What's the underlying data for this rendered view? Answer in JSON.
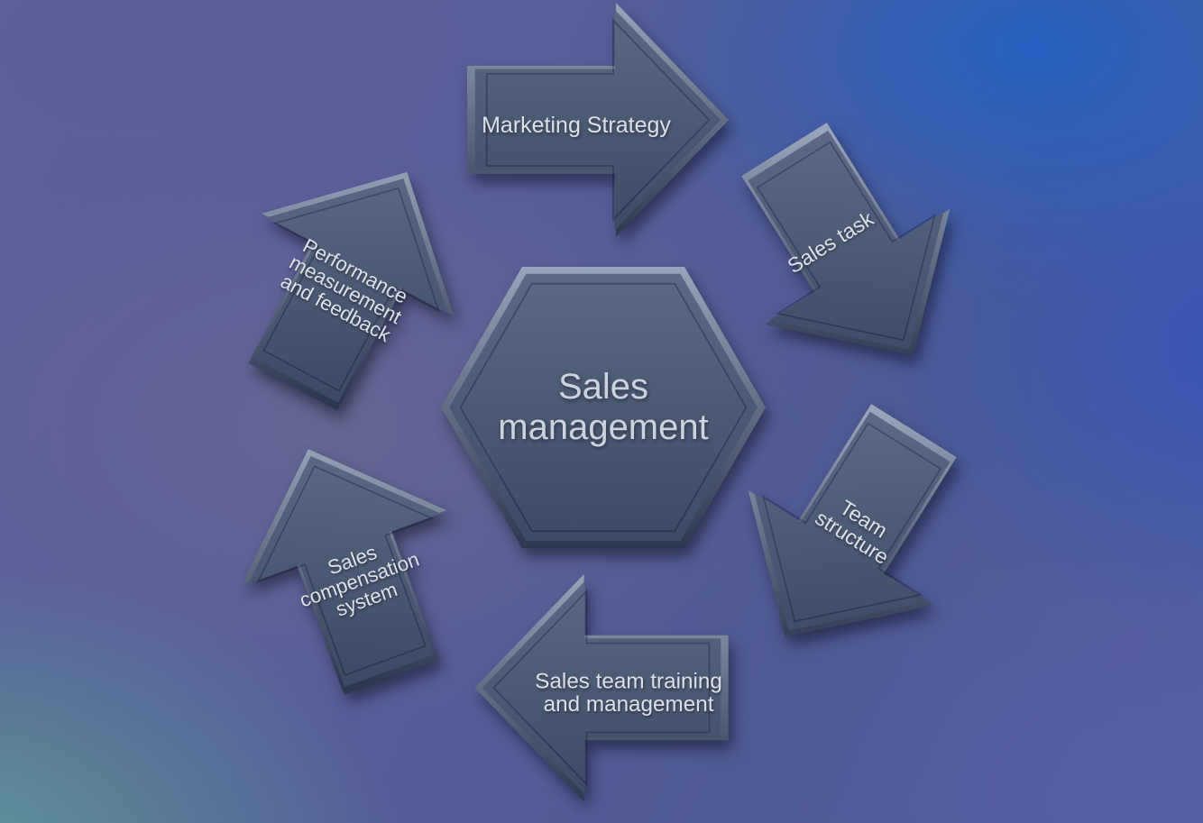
{
  "diagram": {
    "center_shape": {
      "shape": "hexagon",
      "label_lines": [
        "Sales",
        "management"
      ]
    },
    "arrows": [
      {
        "id": "marketing-strategy",
        "direction": "right",
        "label_lines": [
          "Marketing Strategy"
        ]
      },
      {
        "id": "sales-task",
        "direction": "down-right",
        "label_lines": [
          "Sales task"
        ]
      },
      {
        "id": "team-structure",
        "direction": "down-left",
        "label_lines": [
          "Team",
          "structure"
        ]
      },
      {
        "id": "sales-team-training",
        "direction": "left",
        "label_lines": [
          "Sales team training",
          "and management"
        ]
      },
      {
        "id": "sales-compensation",
        "direction": "up-left",
        "label_lines": [
          "Sales",
          "compensation",
          "system"
        ]
      },
      {
        "id": "performance-measurement",
        "direction": "up-right",
        "label_lines": [
          "Performance",
          "measurement",
          "and feedback"
        ]
      }
    ]
  },
  "theme": {
    "label_color": "#dbe0e9",
    "center_label_color": "#ccd3e0",
    "shape_face_top": "#5a6a84",
    "shape_face_bottom": "#3d4b64",
    "shape_rim_light": "#97a5ba",
    "shape_rim_dark": "#2c3850",
    "bg_top_left": "#5d5f9a",
    "bg_top_right": "#2660c2",
    "bg_bottom_left": "#5c9697",
    "bg_bottom_right": "#5560a8"
  }
}
